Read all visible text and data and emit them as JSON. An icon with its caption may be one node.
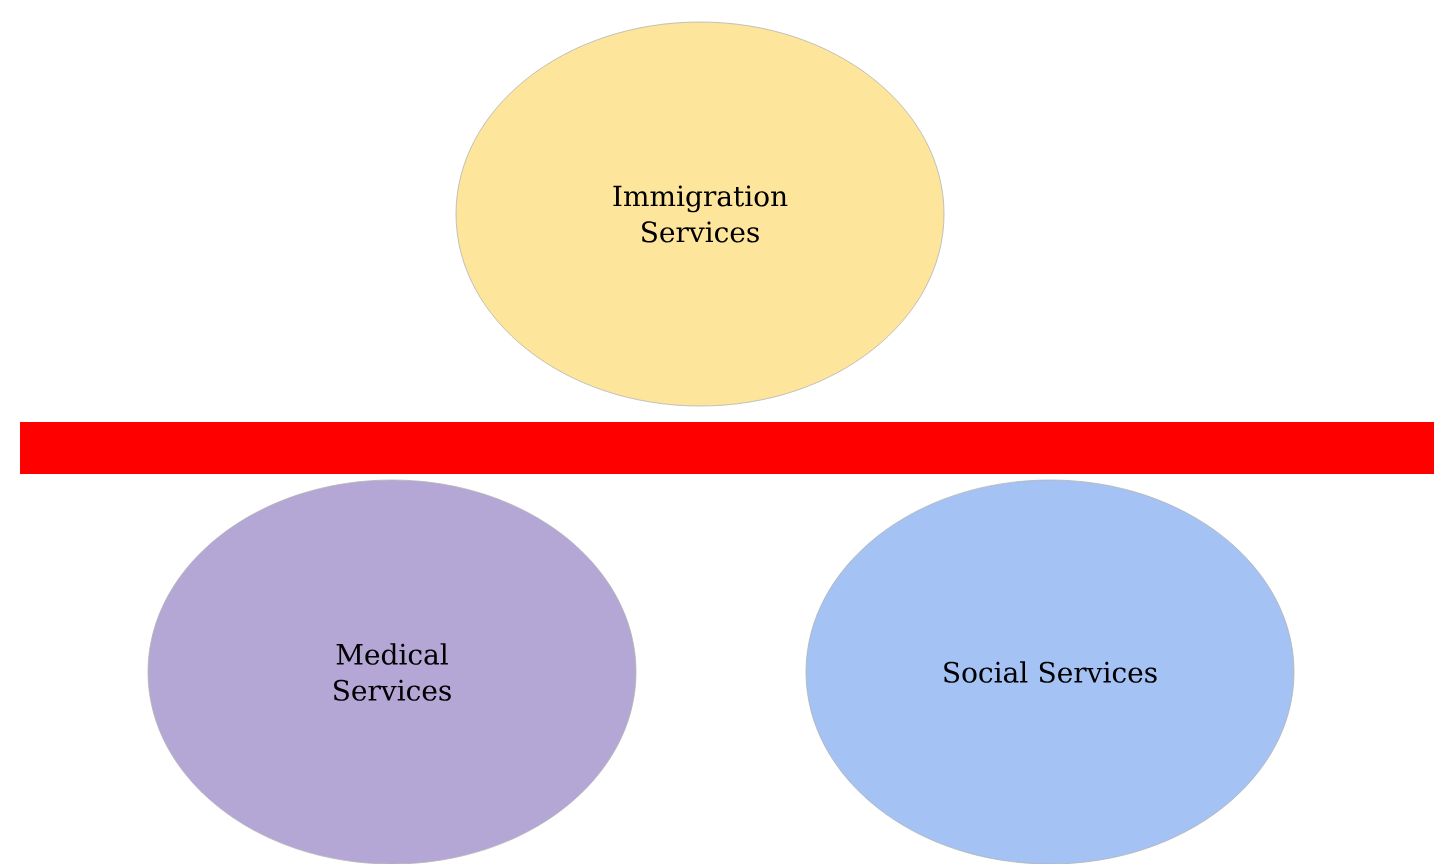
{
  "diagram": {
    "nodes": [
      {
        "text": [
          "Immigration Services"
        ]
      },
      {
        "text": [],
        "shape": "bar"
      },
      {
        "text": [
          "Medical Services"
        ]
      },
      {
        "text": [
          "Social Services"
        ]
      }
    ]
  }
}
